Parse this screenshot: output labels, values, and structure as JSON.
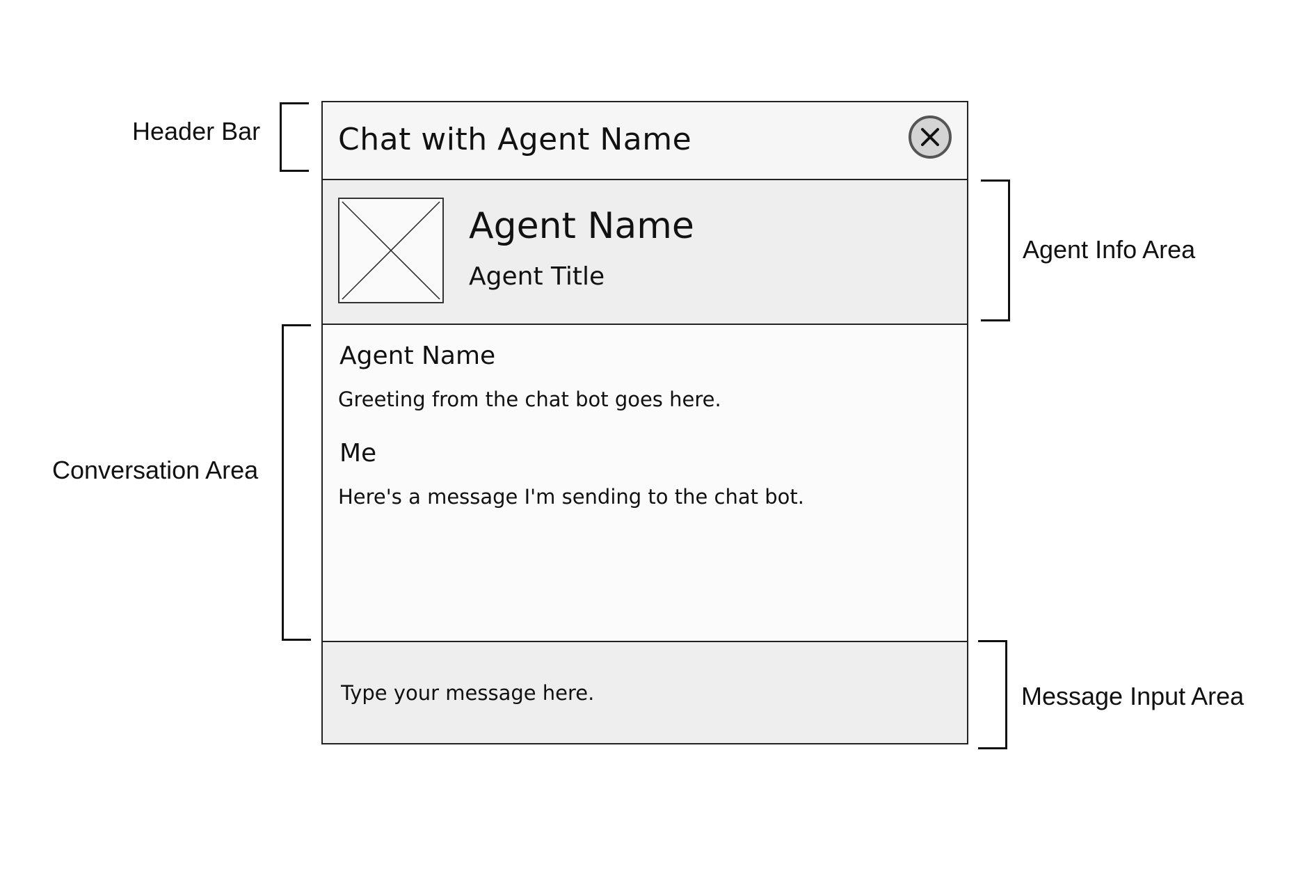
{
  "header": {
    "title": "Chat with Agent Name",
    "close_icon": "close-icon"
  },
  "agent_info": {
    "avatar_icon": "image-placeholder-icon",
    "name": "Agent Name",
    "title": "Agent Title"
  },
  "conversation": {
    "messages": [
      {
        "sender": "Agent Name",
        "text": "Greeting from the chat bot goes here."
      },
      {
        "sender": "Me",
        "text": "Here's a message I'm sending to the chat bot."
      }
    ]
  },
  "input": {
    "placeholder": "Type your message here."
  },
  "annotations": {
    "header_bar": "Header Bar",
    "agent_info_area": "Agent Info Area",
    "conversation_area": "Conversation Area",
    "message_input_area": "Message Input Area"
  }
}
